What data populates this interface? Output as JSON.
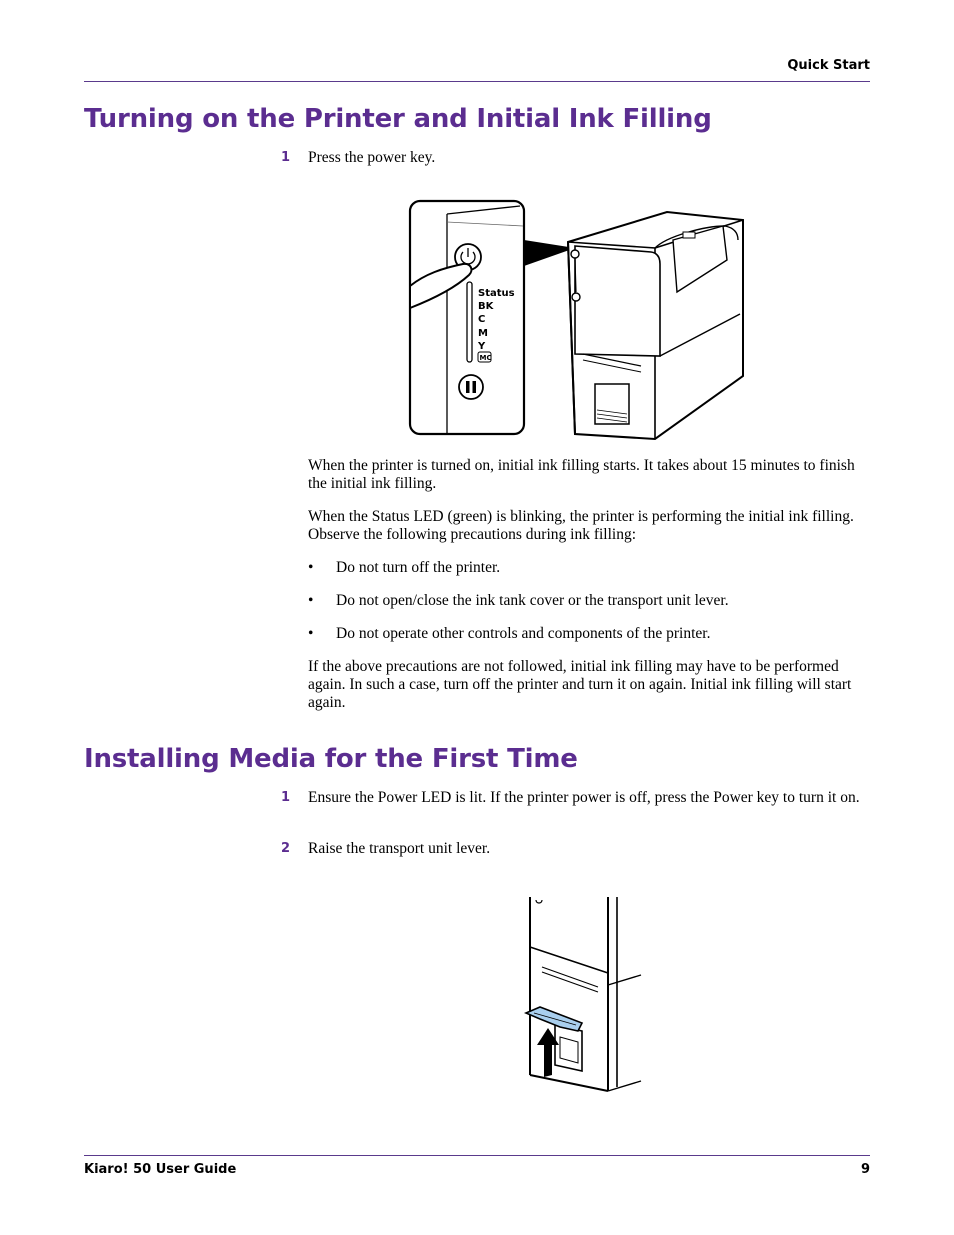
{
  "header": {
    "section": "Quick Start"
  },
  "section1": {
    "title": "Turning on the Printer and Initial Ink Filling",
    "step1": {
      "num": "1",
      "text": "Press the power key."
    },
    "figure": {
      "led_labels": [
        "Status",
        "BK",
        "C",
        "M",
        "Y",
        "MC"
      ]
    },
    "para1": "When the printer is turned on, initial ink filling starts. It takes about 15 minutes to finish the initial ink filling.",
    "para2": "When the Status LED (green) is blinking, the printer is performing the initial ink filling. Observe the following precautions during ink filling:",
    "bullets": [
      "Do not turn off the printer.",
      "Do not open/close the ink tank cover or the transport unit lever.",
      "Do not operate other controls and components of the printer."
    ],
    "para3": "If the above precautions are not followed, initial ink filling may have to be performed again. In such a case, turn off the printer and turn it on again. Initial ink filling will start again."
  },
  "section2": {
    "title": "Installing Media for the First Time",
    "steps": [
      {
        "num": "1",
        "text": "Ensure the Power LED is lit. If the printer power is off, press the Power key to turn it on."
      },
      {
        "num": "2",
        "text": "Raise the transport unit lever."
      }
    ]
  },
  "footer": {
    "left": "Kiaro! 50 User Guide",
    "page": "9"
  },
  "colors": {
    "accent": "#5b2d90",
    "rule": "#5a3a8c",
    "lever": "#a9cfee"
  }
}
